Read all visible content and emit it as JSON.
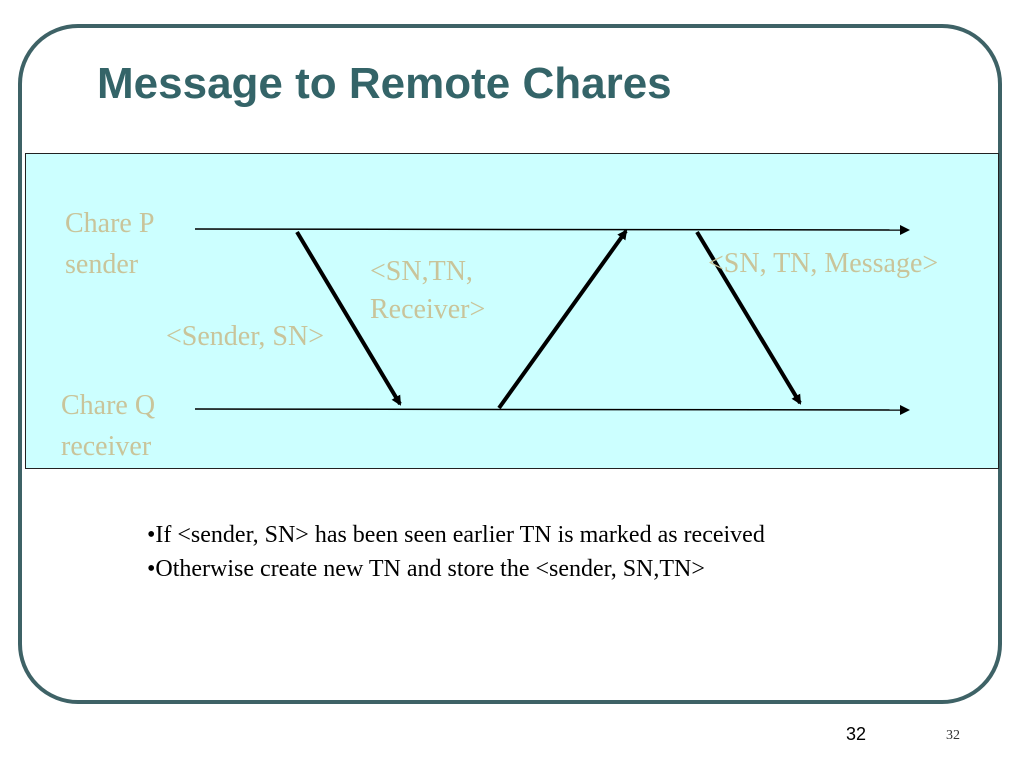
{
  "slide": {
    "title": "Message to Remote Chares",
    "footer_number": "32",
    "footer_page": "32"
  },
  "diagram": {
    "chare_p": {
      "name": "Chare  P",
      "role": "sender"
    },
    "chare_q": {
      "name": "Chare  Q",
      "role": "receiver"
    },
    "messages": {
      "sender_sn": "<Sender, SN>",
      "sn_tn_receiver_line1": "<SN,TN,",
      "sn_tn_receiver_line2": "Receiver>",
      "sn_tn_message": "<SN, TN, Message>"
    },
    "colors": {
      "panel_background": "#ccffff",
      "label_text": "#c9c49a",
      "title_text": "#346468",
      "frame_border": "#3e6266"
    }
  },
  "notes": [
    "•If <sender, SN> has been seen earlier TN is marked as received",
    "•Otherwise create new TN and store the <sender, SN,TN>"
  ]
}
